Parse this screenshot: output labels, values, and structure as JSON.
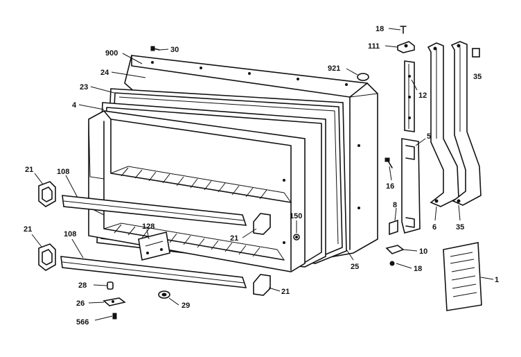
{
  "diagram": {
    "part_labels": {
      "p18a": "18",
      "p111": "111",
      "p30": "30",
      "p900": "900",
      "p921": "921",
      "p35a": "35",
      "p24": "24",
      "p12": "12",
      "p23": "23",
      "p4": "4",
      "p5": "5",
      "p21a": "21",
      "p108a": "108",
      "p16": "16",
      "p8": "8",
      "p150": "150",
      "p128": "128",
      "p21b": "21",
      "p6": "6",
      "p35b": "35",
      "p21c": "21",
      "p108b": "108",
      "p10": "10",
      "p25": "25",
      "p18b": "18",
      "p1": "1",
      "p28": "28",
      "p21d": "21",
      "p26": "26",
      "p29": "29",
      "p566": "566"
    }
  }
}
